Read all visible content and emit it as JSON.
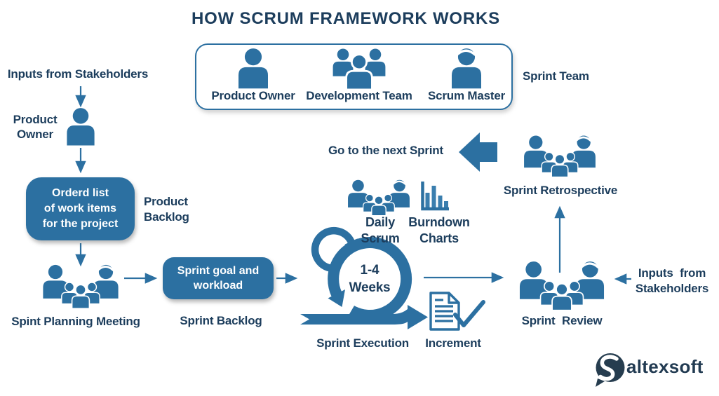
{
  "title": "HOW SCRUM FRAMEWORK WORKS",
  "team_box": {
    "product_owner": "Product Owner",
    "development_team": "Development Team",
    "scrum_master": "Scrum Master",
    "caption": "Sprint Team"
  },
  "left": {
    "inputs": "Inputs from Stakeholders",
    "product_owner": "Product\nOwner",
    "ordered_list": "Orderd list\nof work items\nfor the project",
    "product_backlog": "Product\nBacklog",
    "planning": "Spint Planning Meeting"
  },
  "center": {
    "sprint_goal": "Sprint goal and\nworkload",
    "sprint_backlog": "Sprint Backlog",
    "weeks": "1-4\nWeeks",
    "daily_scrum": "Daily\nScrum",
    "burndown": "Burndown\nCharts",
    "execution": "Sprint Execution",
    "increment": "Increment"
  },
  "right": {
    "go_next": "Go to the next Sprint",
    "retrospective": "Sprint Retrospective",
    "review": "Sprint Review",
    "inputs": "Inputs from\nStakeholders"
  },
  "logo_text": "altexsoft",
  "colors": {
    "primary": "#2C70A1",
    "text": "#1C3D5C",
    "logo_circle": "#263D4F"
  }
}
